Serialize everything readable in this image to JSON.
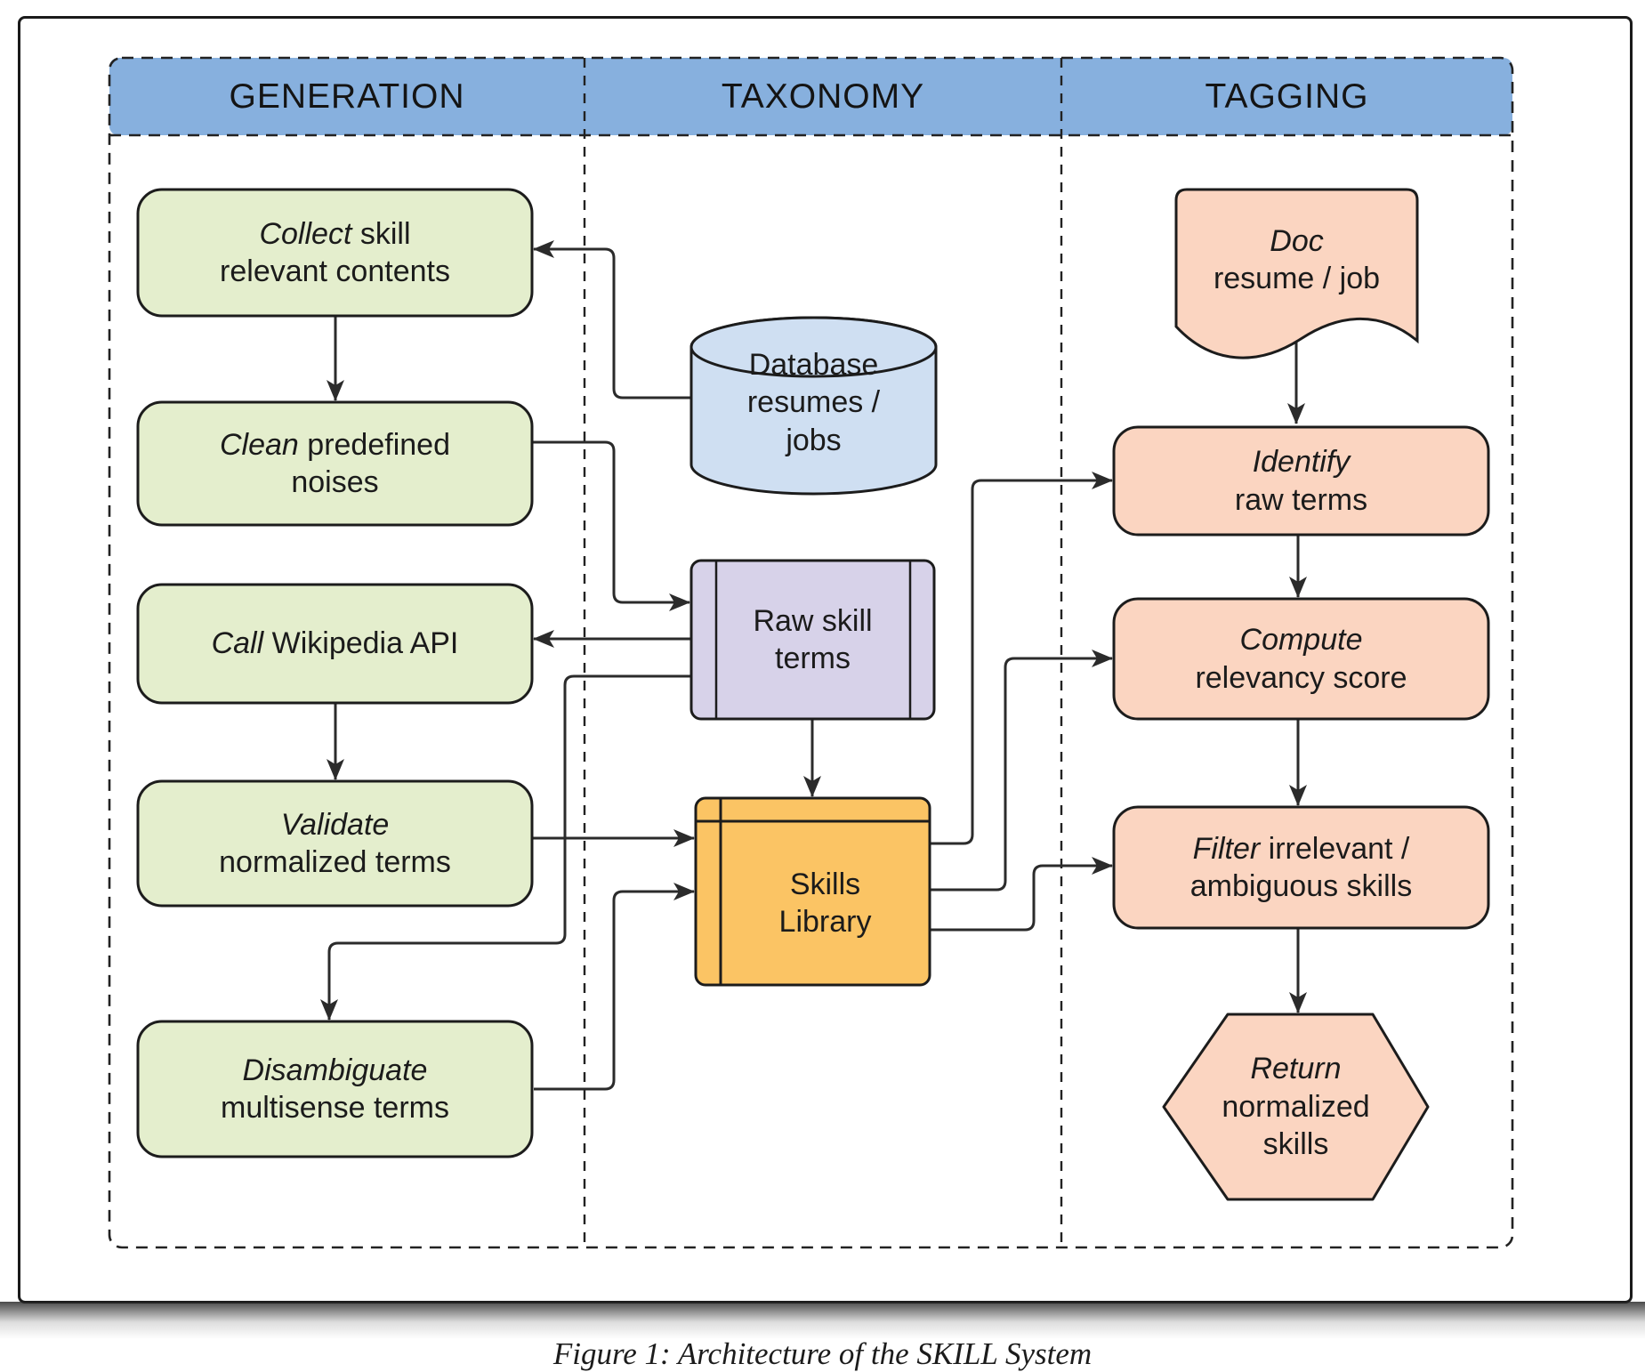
{
  "header": {
    "columns": [
      {
        "label": "GENERATION"
      },
      {
        "label": "TAXONOMY"
      },
      {
        "label": "TAGGING"
      }
    ]
  },
  "nodes": {
    "collect": {
      "lines": [
        {
          "em": "Collect",
          "text": " skill"
        },
        {
          "text": "relevant contents"
        }
      ]
    },
    "clean": {
      "lines": [
        {
          "em": "Clean",
          "text": " predefined"
        },
        {
          "text": "noises"
        }
      ]
    },
    "api": {
      "lines": [
        {
          "em": "Call",
          "text": " Wikipedia API"
        }
      ]
    },
    "validate": {
      "lines": [
        {
          "em": "Validate"
        },
        {
          "text": "normalized terms"
        }
      ]
    },
    "disambiguate": {
      "lines": [
        {
          "em": "Disambiguate"
        },
        {
          "text": "multisense terms"
        }
      ]
    },
    "database": {
      "lines": [
        {
          "text": "Database"
        },
        {
          "text": "resumes /"
        },
        {
          "text": "jobs"
        }
      ]
    },
    "raw": {
      "lines": [
        {
          "text": "Raw skill"
        },
        {
          "text": "terms"
        }
      ]
    },
    "library": {
      "lines": [
        {
          "text": "Skills"
        },
        {
          "text": "Library"
        }
      ]
    },
    "doc": {
      "lines": [
        {
          "em": "Doc"
        },
        {
          "text": "resume / job"
        }
      ]
    },
    "identify": {
      "lines": [
        {
          "em": "Identify"
        },
        {
          "text": "raw terms"
        }
      ]
    },
    "compute": {
      "lines": [
        {
          "em": "Compute"
        },
        {
          "text": "relevancy score"
        }
      ]
    },
    "filter": {
      "lines": [
        {
          "em": "Filter",
          "text": " irrelevant /"
        },
        {
          "text": "ambiguous skills"
        }
      ]
    },
    "return": {
      "lines": [
        {
          "em": "Return"
        },
        {
          "text": "normalized"
        },
        {
          "text": "skills"
        }
      ]
    }
  },
  "edges": [
    {
      "from": "database",
      "to": "collect"
    },
    {
      "from": "collect",
      "to": "clean"
    },
    {
      "from": "clean",
      "to": "raw"
    },
    {
      "from": "raw",
      "to": "api"
    },
    {
      "from": "api",
      "to": "validate"
    },
    {
      "from": "raw",
      "to": "disambiguate"
    },
    {
      "from": "validate",
      "to": "library"
    },
    {
      "from": "disambiguate",
      "to": "library"
    },
    {
      "from": "raw",
      "to": "library"
    },
    {
      "from": "library",
      "to": "identify"
    },
    {
      "from": "library",
      "to": "compute"
    },
    {
      "from": "library",
      "to": "filter"
    },
    {
      "from": "doc",
      "to": "identify"
    },
    {
      "from": "identify",
      "to": "compute"
    },
    {
      "from": "compute",
      "to": "filter"
    },
    {
      "from": "filter",
      "to": "return"
    }
  ],
  "caption": {
    "text": "Figure 1: Architecture of the SKILL System"
  },
  "colors": {
    "header_band": "#87b0de",
    "generation_box": "#e4eecd",
    "database_cylinder": "#cfdff2",
    "raw_terms_box": "#d7d2e9",
    "skills_library_box": "#fbc464",
    "tagging_box": "#fbd5c1",
    "border": "#1c1c1c",
    "connector": "#2b2b2b"
  }
}
